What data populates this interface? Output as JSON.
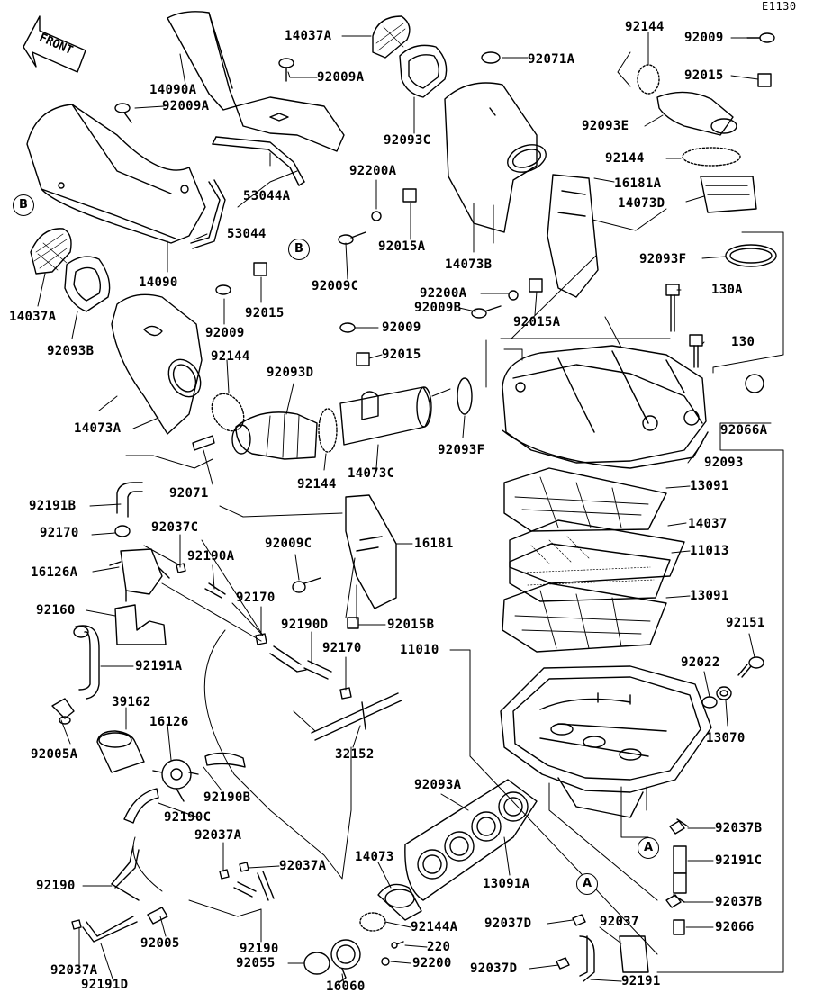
{
  "diagram_code": "E1130",
  "front_label": "FRONT",
  "ref_labels": {
    "a": "A",
    "b": "B"
  },
  "parts": [
    {
      "id": "p0",
      "label": "14037A"
    },
    {
      "id": "p1",
      "label": "92009A"
    },
    {
      "id": "p2",
      "label": "14090A"
    },
    {
      "id": "p3",
      "label": "92009A"
    },
    {
      "id": "p4",
      "label": "92093C"
    },
    {
      "id": "p5",
      "label": "92071A"
    },
    {
      "id": "p6",
      "label": "92144"
    },
    {
      "id": "p7",
      "label": "92009"
    },
    {
      "id": "p8",
      "label": "92015"
    },
    {
      "id": "p9",
      "label": "92093E"
    },
    {
      "id": "p10",
      "label": "92144"
    },
    {
      "id": "p11",
      "label": "16181A"
    },
    {
      "id": "p12",
      "label": "14073D"
    },
    {
      "id": "p13",
      "label": "92200A"
    },
    {
      "id": "p14",
      "label": "92015A"
    },
    {
      "id": "p15",
      "label": "53044A"
    },
    {
      "id": "p16",
      "label": "53044"
    },
    {
      "id": "p17",
      "label": "14090"
    },
    {
      "id": "p18",
      "label": "14073B"
    },
    {
      "id": "p19",
      "label": "92093F"
    },
    {
      "id": "p20",
      "label": "92009C"
    },
    {
      "id": "p21",
      "label": "92200A"
    },
    {
      "id": "p22",
      "label": "92009B"
    },
    {
      "id": "p23",
      "label": "92015A"
    },
    {
      "id": "p24",
      "label": "130A"
    },
    {
      "id": "p25",
      "label": "14037A"
    },
    {
      "id": "p26",
      "label": "92093B"
    },
    {
      "id": "p27",
      "label": "92009"
    },
    {
      "id": "p28",
      "label": "92015"
    },
    {
      "id": "p29",
      "label": "92009"
    },
    {
      "id": "p30",
      "label": "92015"
    },
    {
      "id": "p31",
      "label": "130"
    },
    {
      "id": "p32",
      "label": "92144"
    },
    {
      "id": "p33",
      "label": "92093D"
    },
    {
      "id": "p34",
      "label": "14073A"
    },
    {
      "id": "p35",
      "label": "92093F"
    },
    {
      "id": "p36",
      "label": "92066A"
    },
    {
      "id": "p37",
      "label": "92144"
    },
    {
      "id": "p38",
      "label": "14073C"
    },
    {
      "id": "p39",
      "label": "92071"
    },
    {
      "id": "p40",
      "label": "92093"
    },
    {
      "id": "p41",
      "label": "13091"
    },
    {
      "id": "p42",
      "label": "92191B"
    },
    {
      "id": "p43",
      "label": "14037"
    },
    {
      "id": "p44",
      "label": "92170"
    },
    {
      "id": "p45",
      "label": "92037C"
    },
    {
      "id": "p46",
      "label": "16181"
    },
    {
      "id": "p47",
      "label": "11013"
    },
    {
      "id": "p48",
      "label": "92009C"
    },
    {
      "id": "p49",
      "label": "16126A"
    },
    {
      "id": "p50",
      "label": "92190A"
    },
    {
      "id": "p51",
      "label": "13091"
    },
    {
      "id": "p52",
      "label": "92160"
    },
    {
      "id": "p53",
      "label": "92170"
    },
    {
      "id": "p54",
      "label": "92190D"
    },
    {
      "id": "p55",
      "label": "92015B"
    },
    {
      "id": "p56",
      "label": "92151"
    },
    {
      "id": "p57",
      "label": "92191A"
    },
    {
      "id": "p58",
      "label": "92170"
    },
    {
      "id": "p59",
      "label": "11010"
    },
    {
      "id": "p60",
      "label": "92022"
    },
    {
      "id": "p61",
      "label": "39162"
    },
    {
      "id": "p62",
      "label": "16126"
    },
    {
      "id": "p63",
      "label": "13070"
    },
    {
      "id": "p64",
      "label": "92005A"
    },
    {
      "id": "p65",
      "label": "32152"
    },
    {
      "id": "p66",
      "label": "92190B"
    },
    {
      "id": "p67",
      "label": "92093A"
    },
    {
      "id": "p68",
      "label": "92190C"
    },
    {
      "id": "p69",
      "label": "92037B"
    },
    {
      "id": "p70",
      "label": "92037A"
    },
    {
      "id": "p71",
      "label": "14073"
    },
    {
      "id": "p72",
      "label": "92191C"
    },
    {
      "id": "p73",
      "label": "92037A"
    },
    {
      "id": "p74",
      "label": "13091A"
    },
    {
      "id": "p75",
      "label": "92190"
    },
    {
      "id": "p76",
      "label": "92037B"
    },
    {
      "id": "p77",
      "label": "92144A"
    },
    {
      "id": "p78",
      "label": "92037"
    },
    {
      "id": "p79",
      "label": "92037D"
    },
    {
      "id": "p80",
      "label": "92066"
    },
    {
      "id": "p81",
      "label": "92005"
    },
    {
      "id": "p82",
      "label": "220"
    },
    {
      "id": "p83",
      "label": "92190"
    },
    {
      "id": "p84",
      "label": "92055"
    },
    {
      "id": "p85",
      "label": "92200"
    },
    {
      "id": "p86",
      "label": "92037D"
    },
    {
      "id": "p87",
      "label": "92037A"
    },
    {
      "id": "p88",
      "label": "92191D"
    },
    {
      "id": "p89",
      "label": "92191"
    },
    {
      "id": "p90",
      "label": "16060"
    }
  ]
}
